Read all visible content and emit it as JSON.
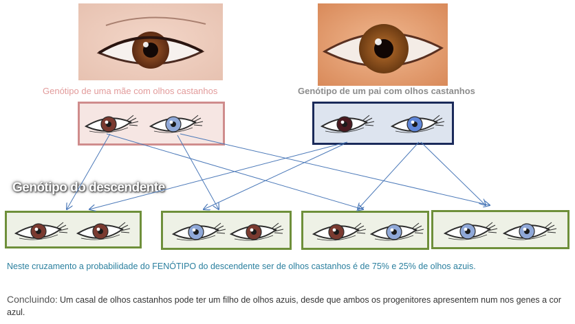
{
  "mother": {
    "caption": "Genótipo de uma mãe  com olhos castanhos",
    "eyes": [
      "brown",
      "blue"
    ],
    "box_color": "#cf8c8c"
  },
  "father": {
    "caption": "Genótipo de um pai com olhos castanhos",
    "eyes": [
      "brown",
      "blue"
    ],
    "box_color": "#1a2a5a"
  },
  "offspring": {
    "title": "Genótipo do descendente",
    "pairs": [
      [
        "brown",
        "brown"
      ],
      [
        "blue",
        "brown"
      ],
      [
        "brown",
        "blue"
      ],
      [
        "blue",
        "blue"
      ]
    ]
  },
  "note": "Neste cruzamento a probabilidade do FENÓTIPO do descendente ser de olhos castanhos é de 75% e 25% de olhos azuis.",
  "conclusion": {
    "lead": "Concluindo",
    "body": ": Um casal de olhos castanhos pode ter um filho de olhos azuis, desde que ambos os progenitores apresentem num nos genes a cor azul."
  },
  "colors": {
    "brown_iris": "#7a3a30",
    "blue_iris": "#8fa8d8",
    "arrow": "#4a78b8",
    "note_text": "#2a7f9e"
  }
}
